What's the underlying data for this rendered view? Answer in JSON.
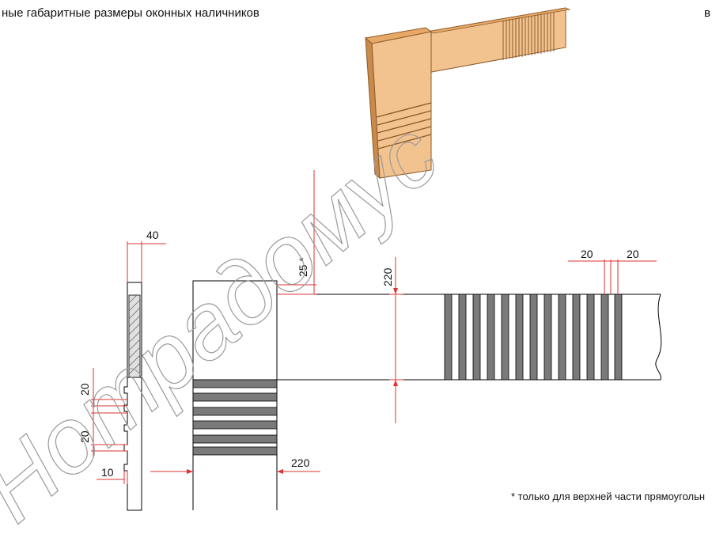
{
  "header": {
    "title": "ные габаритные размеры оконных наличников",
    "title_right_fragment": "в"
  },
  "dimensions": {
    "side_width": "40",
    "top_extra": "25 *",
    "board_height": "220",
    "groove_width_a": "20",
    "groove_width_b": "20",
    "side_groove_a": "20",
    "side_groove_b": "20",
    "side_depth": "10",
    "vertical_width": "220"
  },
  "footnote": "* только для верхней части прямоугольн",
  "watermark": "Нотрадомус",
  "colors": {
    "dimension_line": "#e03030",
    "wood_light": "#f3c38f",
    "wood_mid": "#e8a868",
    "wood_dark": "#c98a4c",
    "groove": "#7a7a7a"
  }
}
